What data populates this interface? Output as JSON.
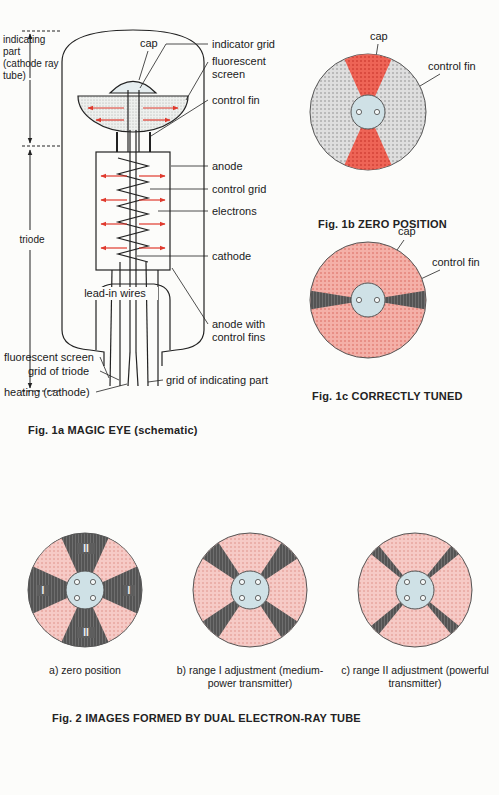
{
  "diagram": {
    "labels": [
      "indicating part (cathode ray tube)",
      "cap",
      "indicator grid",
      "fluorescent screen",
      "control fin",
      "anode",
      "control grid",
      "electrons",
      "triode",
      "cathode",
      "lead-in wires",
      "anode with control fins",
      "fluorescent screen",
      "grid of triode",
      "grid of indicating part",
      "heating (cathode)",
      "Fig. 1a MAGIC EYE (schematic)",
      "cap",
      "control fin",
      "Fig. 1b ZERO POSITION",
      "cap",
      "control fin",
      "Fig. 1c CORRECTLY TUNED",
      "II",
      "I",
      "I",
      "II",
      "a) zero position",
      "b) range I adjustment (medium-power transmitter)",
      "c) range II adjustment (powerful transmitter)",
      "Fig. 2 IMAGES FORMED BY DUAL ELECTRON-RAY TUBE"
    ]
  }
}
